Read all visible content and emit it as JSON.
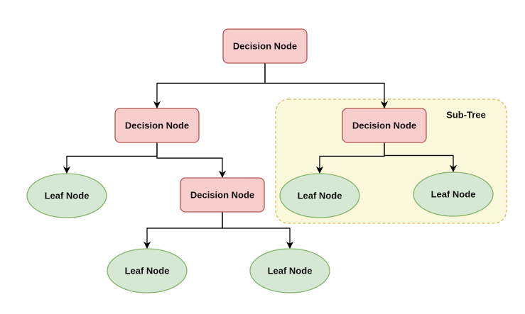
{
  "colors": {
    "decision_fill": "#f8cecc",
    "decision_stroke": "#b85450",
    "leaf_fill": "#d5e8d4",
    "leaf_stroke": "#82b366",
    "subtree_fill": "#fcf8dc",
    "subtree_stroke": "#d6b656",
    "edge": "#000000"
  },
  "subtree": {
    "label": "Sub-Tree"
  },
  "nodes": {
    "root": {
      "label": "Decision Node",
      "kind": "decision"
    },
    "left_decision": {
      "label": "Decision Node",
      "kind": "decision"
    },
    "right_decision": {
      "label": "Decision Node",
      "kind": "decision"
    },
    "left_leaf": {
      "label": "Leaf Node",
      "kind": "leaf"
    },
    "mid_decision": {
      "label": "Decision Node",
      "kind": "decision"
    },
    "bottom_leaf_1": {
      "label": "Leaf Node",
      "kind": "leaf"
    },
    "bottom_leaf_2": {
      "label": "Leaf Node",
      "kind": "leaf"
    },
    "subtree_leaf_1": {
      "label": "Leaf Node",
      "kind": "leaf"
    },
    "subtree_leaf_2": {
      "label": "Leaf Node",
      "kind": "leaf"
    }
  },
  "edges": [
    {
      "from": "root",
      "to": "left_decision"
    },
    {
      "from": "root",
      "to": "right_decision"
    },
    {
      "from": "left_decision",
      "to": "left_leaf"
    },
    {
      "from": "left_decision",
      "to": "mid_decision"
    },
    {
      "from": "mid_decision",
      "to": "bottom_leaf_1"
    },
    {
      "from": "mid_decision",
      "to": "bottom_leaf_2"
    },
    {
      "from": "right_decision",
      "to": "subtree_leaf_1"
    },
    {
      "from": "right_decision",
      "to": "subtree_leaf_2"
    }
  ]
}
